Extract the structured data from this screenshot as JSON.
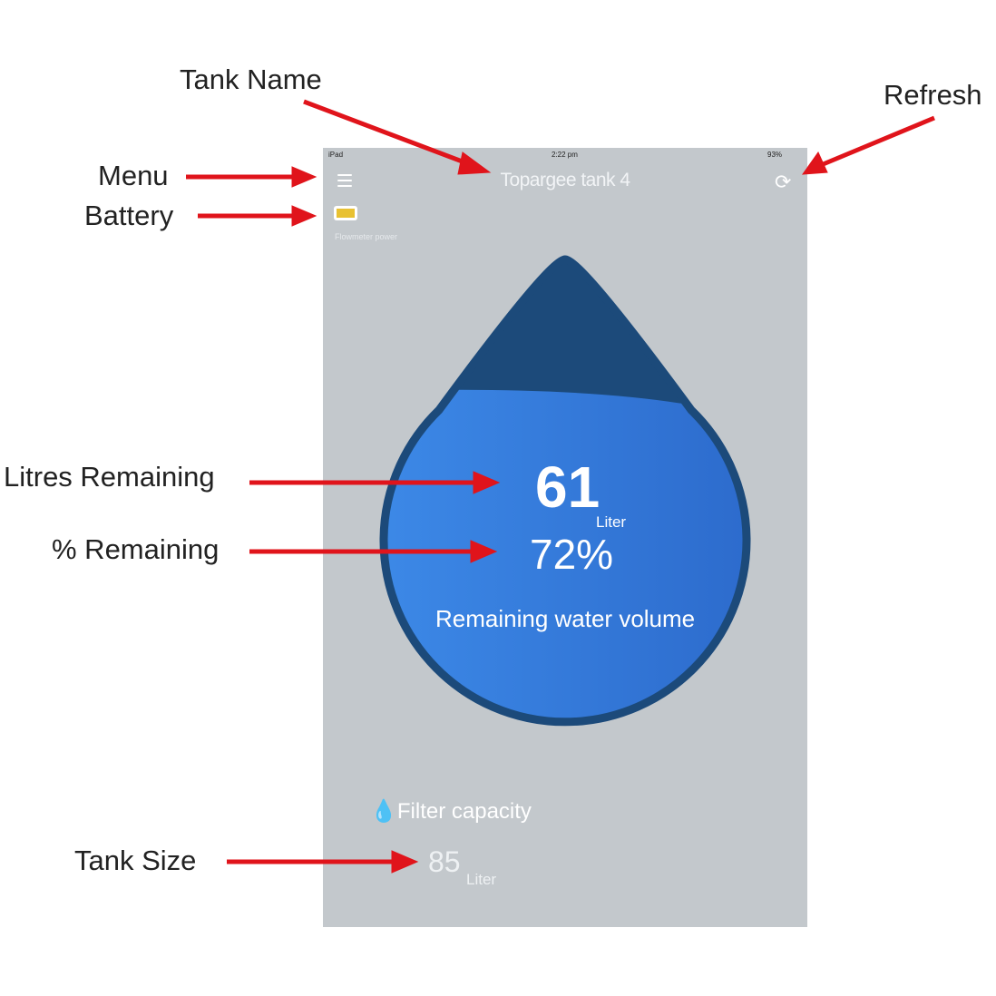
{
  "annotations": {
    "tank_name": "Tank Name",
    "refresh": "Refresh",
    "menu": "Menu",
    "battery": "Battery",
    "litres_remaining": "Litres Remaining",
    "percent_remaining": "% Remaining",
    "tank_size": "Tank Size"
  },
  "status_bar": {
    "device": "iPad",
    "time": "2:22 pm",
    "battery": "93%"
  },
  "header": {
    "title": "Topargee tank 4",
    "menu_icon": "hamburger-icon",
    "refresh_icon": "refresh-icon"
  },
  "battery": {
    "label": "Flowmeter power",
    "color": "#e8c132"
  },
  "gauge": {
    "litres": "61",
    "litres_unit": "Liter",
    "percent": "72%",
    "percent_value": 72,
    "caption": "Remaining water volume",
    "colors": {
      "outline": "#1c4a7a",
      "water_light": "#3d8ae8",
      "water_dark": "#2a66c8"
    }
  },
  "filter": {
    "label": "Filter capacity",
    "value": "85",
    "unit": "Liter"
  },
  "colors": {
    "arrow": "#e0141b",
    "background": "#c3c8cc"
  }
}
